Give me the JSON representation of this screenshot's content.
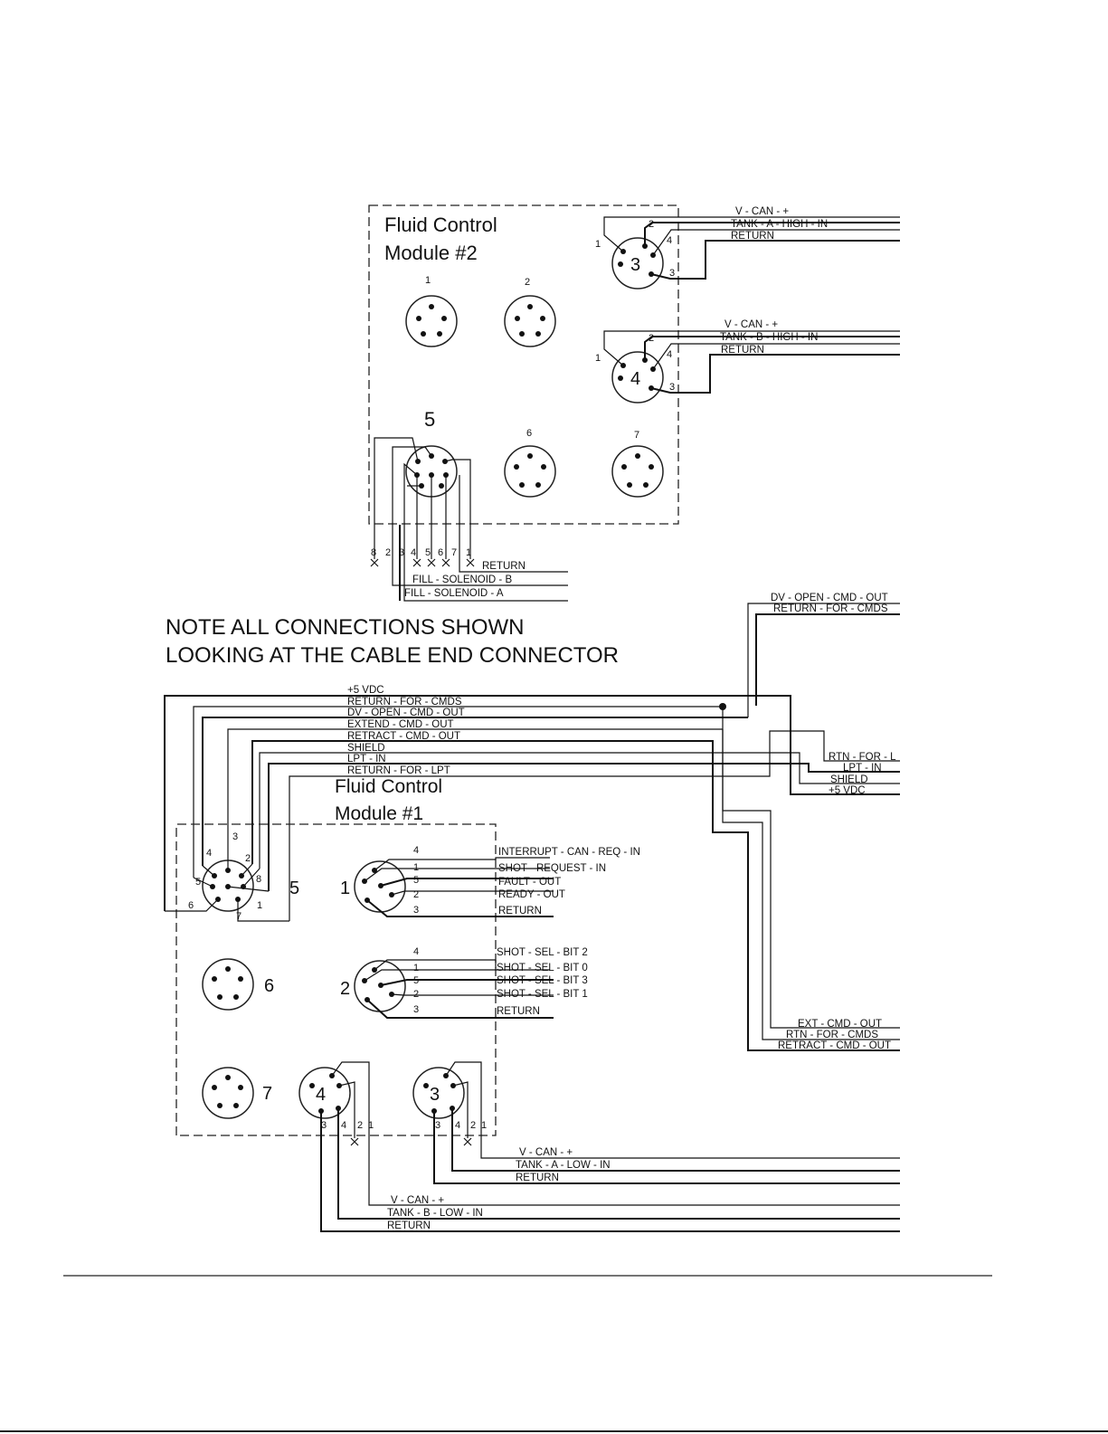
{
  "module2": {
    "title_line1": "Fluid Control",
    "title_line2": "Module #2",
    "connector_labels": [
      "1",
      "2",
      "3",
      "4",
      "5",
      "6",
      "7"
    ],
    "c3_pins": [
      "1",
      "2",
      "4",
      "3"
    ],
    "c3_signals": [
      "V - CAN - +",
      "TANK - A - HIGH - IN",
      "RETURN"
    ],
    "c4_pins": [
      "1",
      "2",
      "4",
      "3"
    ],
    "c4_signals": [
      "V - CAN - +",
      "TANK - B - HIGH - IN",
      "RETURN"
    ],
    "c5_pins": [
      "8",
      "2",
      "3",
      "4",
      "5",
      "6",
      "7",
      "1"
    ],
    "c5_signals": [
      "RETURN",
      "FILL - SOLENOID - B",
      "FILL - SOLENOID - A"
    ]
  },
  "note": {
    "line1": "NOTE ALL CONNECTIONS SHOWN",
    "line2": "LOOKING AT THE CABLE END CONNECTOR"
  },
  "right_top": [
    "DV - OPEN - CMD - OUT",
    "RETURN - FOR - CMDS"
  ],
  "bus": [
    "+5 VDC",
    "RETURN - FOR - CMDS",
    "DV - OPEN - CMD - OUT",
    "EXTEND - CMD - OUT",
    "RETRACT - CMD - OUT",
    "SHIELD",
    "LPT - IN",
    "RETURN - FOR - LPT"
  ],
  "right_mid": [
    "RTN - FOR - L",
    "LPT - IN",
    "SHIELD",
    "+5 VDC"
  ],
  "right_low": [
    "EXT - CMD - OUT",
    "RTN - FOR - CMDS",
    "RETRACT - CMD - OUT"
  ],
  "module1": {
    "title_line1": "Fluid Control",
    "title_line2": "Module #1",
    "c5_label": "5",
    "c5_pins": [
      "3",
      "4",
      "2",
      "5",
      "8",
      "6",
      "1",
      "7"
    ],
    "c1_label": "1",
    "c1_pins": [
      "4",
      "1",
      "5",
      "2",
      "3"
    ],
    "c1_signals": [
      "INTERRUPT - CAN - REQ - IN",
      "SHOT - REQUEST - IN",
      "FAULT - OUT",
      "READY - OUT",
      "RETURN"
    ],
    "c2_label": "2",
    "c2_pins": [
      "4",
      "1",
      "5",
      "2",
      "3"
    ],
    "c2_signals": [
      "SHOT - SEL - BIT 2",
      "SHOT - SEL - BIT 0",
      "SHOT - SEL - BIT 3",
      "SHOT - SEL - BIT 1",
      "RETURN"
    ],
    "c6_label": "6",
    "c7_label": "7",
    "c4_label": "4",
    "c4_pins": [
      "3",
      "4",
      "2",
      "1"
    ],
    "c3_label": "3",
    "c3_pins": [
      "3",
      "4",
      "2",
      "1"
    ],
    "c3_signals": [
      "V - CAN - +",
      "TANK - A - LOW - IN",
      "RETURN"
    ],
    "c4_signals": [
      "V - CAN - +",
      "TANK - B - LOW - IN",
      "RETURN"
    ]
  }
}
